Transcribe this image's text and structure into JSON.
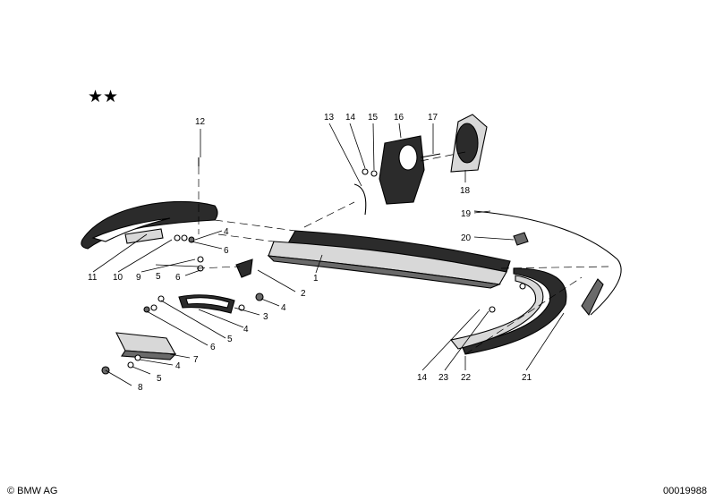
{
  "header": {
    "rating_stars": "★★"
  },
  "callouts": [
    {
      "id": "c1",
      "label": "1"
    },
    {
      "id": "c2",
      "label": "2"
    },
    {
      "id": "c3",
      "label": "3"
    },
    {
      "id": "c4a",
      "label": "4"
    },
    {
      "id": "c4b",
      "label": "4"
    },
    {
      "id": "c4c",
      "label": "4"
    },
    {
      "id": "c4d",
      "label": "4"
    },
    {
      "id": "c5a",
      "label": "5"
    },
    {
      "id": "c5b",
      "label": "5"
    },
    {
      "id": "c5c",
      "label": "5"
    },
    {
      "id": "c6a",
      "label": "6"
    },
    {
      "id": "c6b",
      "label": "6"
    },
    {
      "id": "c6c",
      "label": "6"
    },
    {
      "id": "c7",
      "label": "7"
    },
    {
      "id": "c8",
      "label": "8"
    },
    {
      "id": "c9",
      "label": "9"
    },
    {
      "id": "c10",
      "label": "10"
    },
    {
      "id": "c11",
      "label": "11"
    },
    {
      "id": "c12",
      "label": "12"
    },
    {
      "id": "c13",
      "label": "13"
    },
    {
      "id": "c14a",
      "label": "14"
    },
    {
      "id": "c14b",
      "label": "14"
    },
    {
      "id": "c15",
      "label": "15"
    },
    {
      "id": "c16",
      "label": "16"
    },
    {
      "id": "c17",
      "label": "17"
    },
    {
      "id": "c18",
      "label": "18"
    },
    {
      "id": "c19",
      "label": "19"
    },
    {
      "id": "c20",
      "label": "20"
    },
    {
      "id": "c21",
      "label": "21"
    },
    {
      "id": "c22",
      "label": "22"
    },
    {
      "id": "c23",
      "label": "23"
    }
  ],
  "footer": {
    "copyright": "© BMW AG",
    "image_number": "00019988"
  }
}
